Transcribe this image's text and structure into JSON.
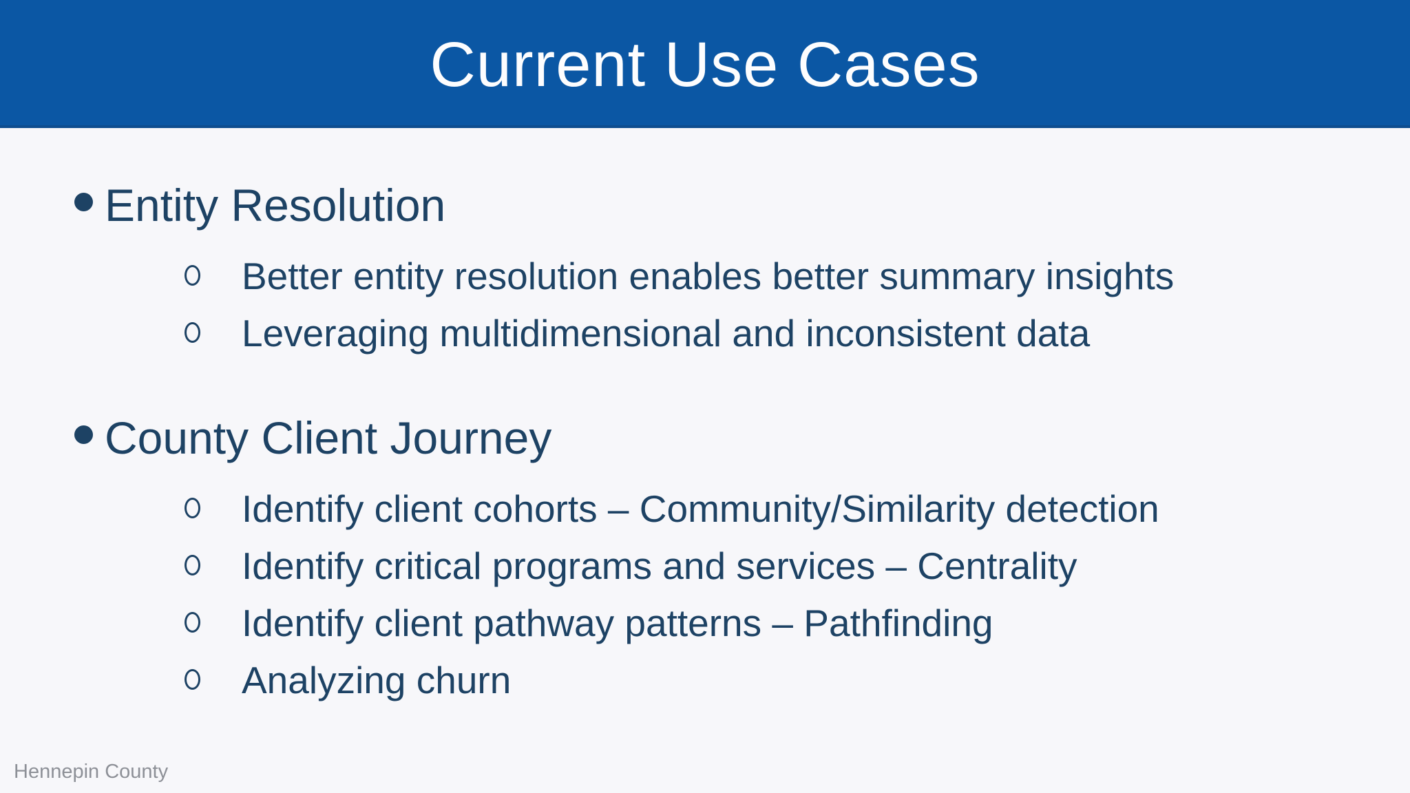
{
  "slide": {
    "title": "Current Use Cases",
    "footer": "Hennepin County",
    "colors": {
      "title_bar_blue": "#0b57a4",
      "title_bar_edge": "#0e4d8f",
      "body_background": "#f7f7fa",
      "body_text_navy": "#1d4264",
      "title_text": "#fdfdfe",
      "footer_gray": "#8d9097"
    },
    "sections": [
      {
        "heading": "Entity Resolution",
        "items": [
          "Better entity resolution enables better summary insights",
          "Leveraging multidimensional and inconsistent data"
        ]
      },
      {
        "heading": "County Client Journey",
        "items": [
          "Identify client cohorts – Community/Similarity detection",
          "Identify critical programs and services – Centrality",
          "Identify client pathway patterns – Pathfinding",
          "Analyzing churn"
        ]
      }
    ]
  }
}
